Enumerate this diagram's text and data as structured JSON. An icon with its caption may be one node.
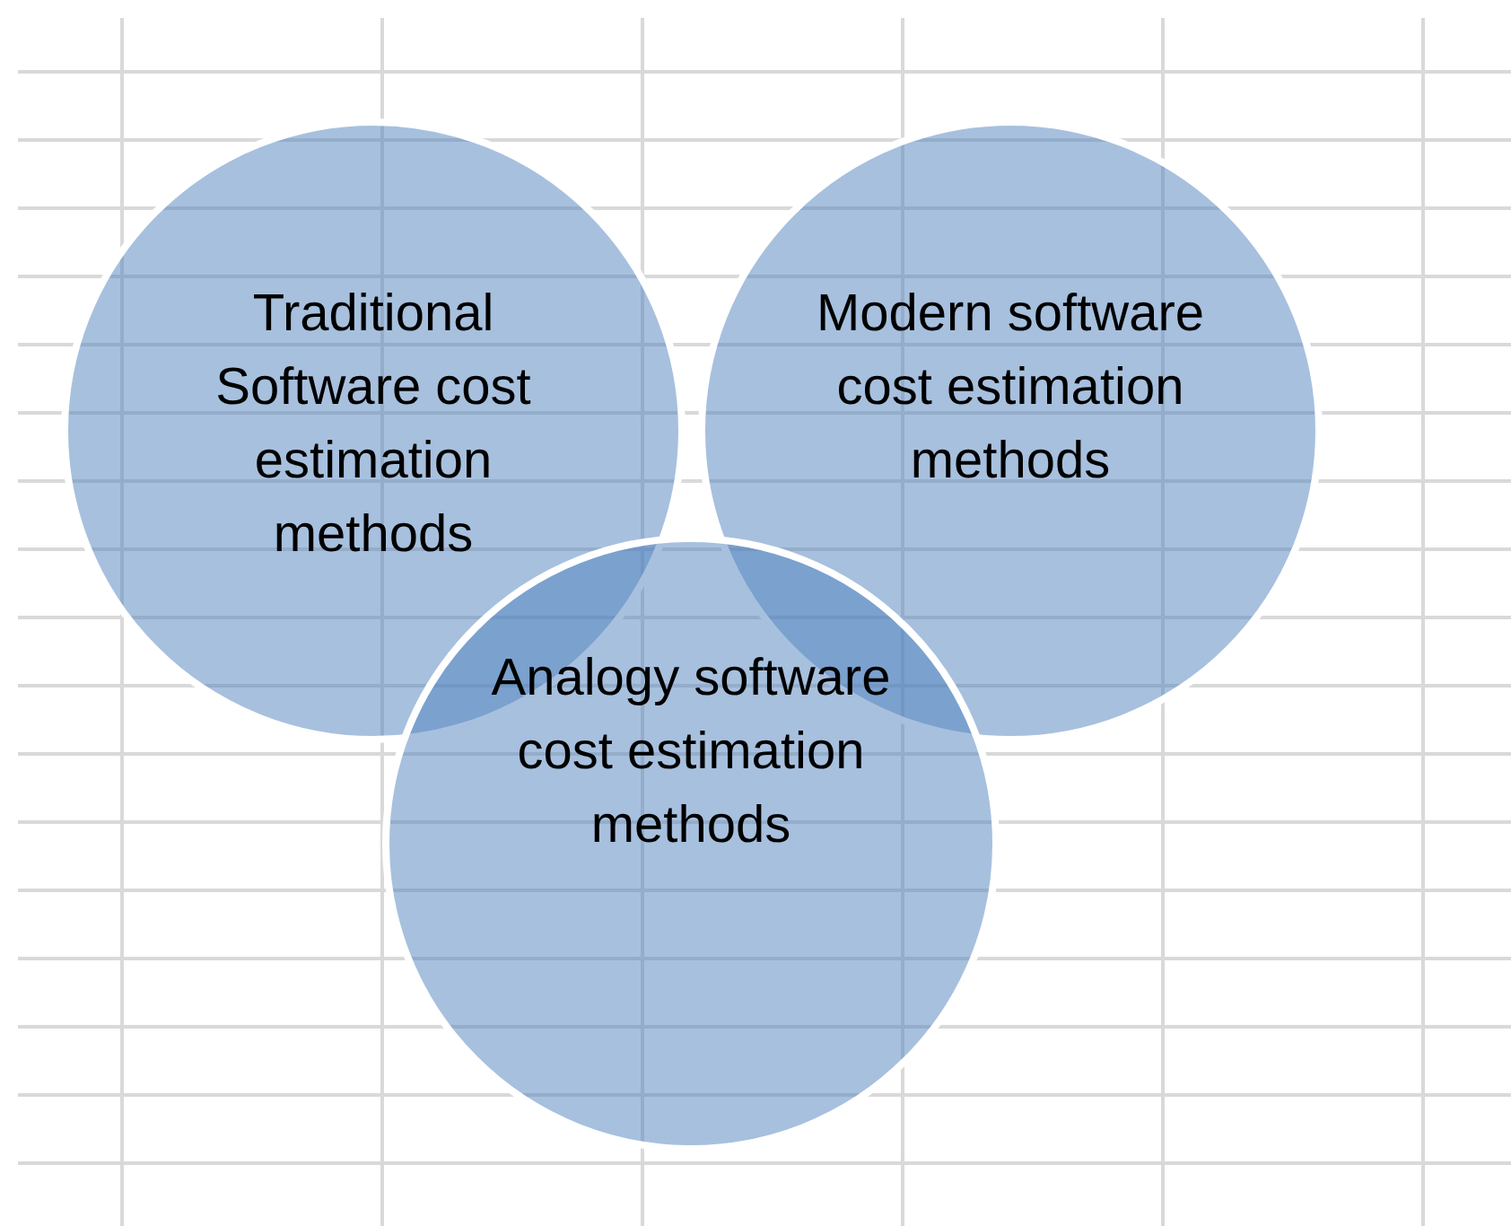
{
  "diagram": {
    "nodes": [
      {
        "text": [
          "Traditional Software cost estimation methods"
        ]
      },
      {
        "text": [
          "Modern software cost estimation methods"
        ]
      },
      {
        "text": [
          "Analogy software cost estimation methods"
        ]
      }
    ]
  }
}
